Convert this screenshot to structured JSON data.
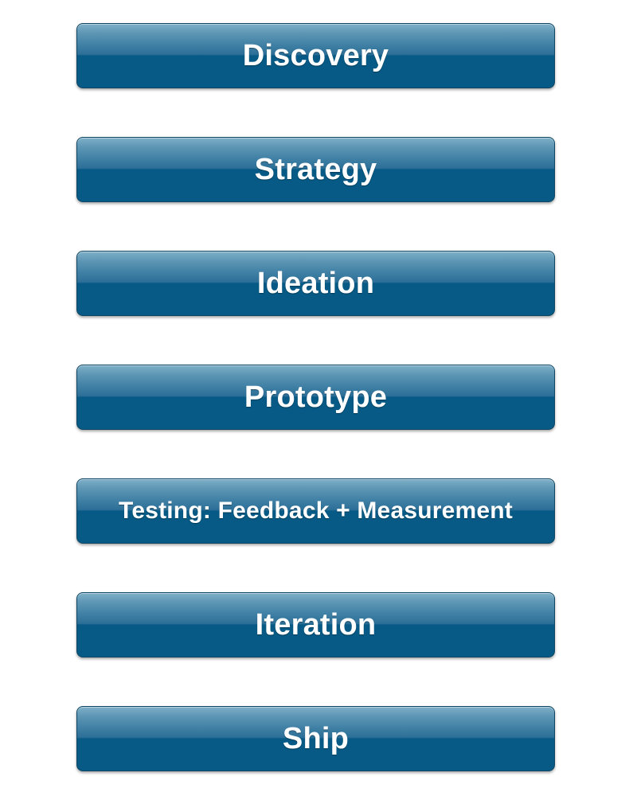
{
  "stages": [
    {
      "label": "Discovery"
    },
    {
      "label": "Strategy"
    },
    {
      "label": "Ideation"
    },
    {
      "label": "Prototype"
    },
    {
      "label": "Testing: Feedback + Measurement"
    },
    {
      "label": "Iteration"
    },
    {
      "label": "Ship"
    }
  ],
  "colors": {
    "button_top": "#7fb0c8",
    "button_bottom": "#065a85",
    "button_border": "#0f4663",
    "label_text": "#ffffff",
    "background": "#ffffff"
  }
}
